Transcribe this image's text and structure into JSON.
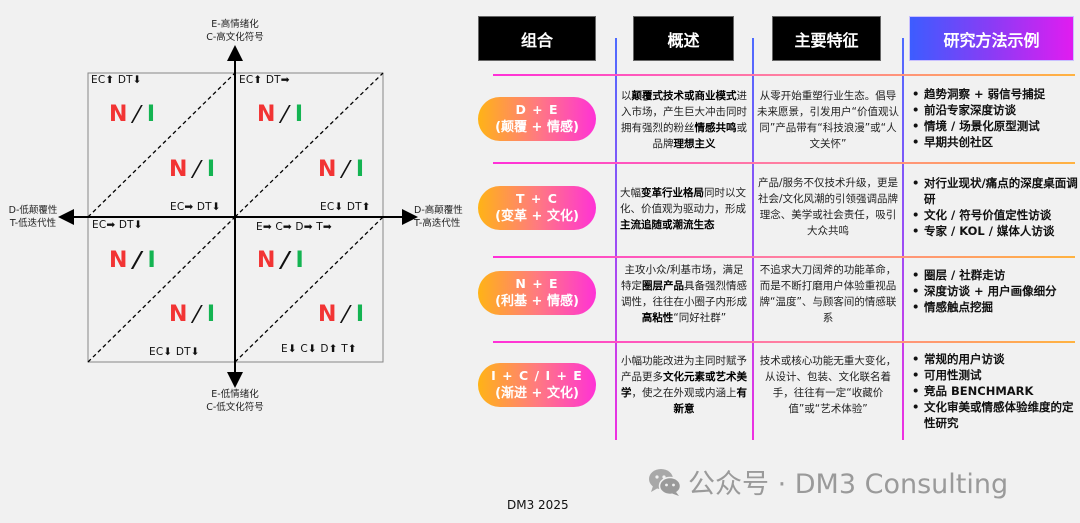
{
  "quadrant": {
    "axes": {
      "top": [
        "E-高情绪化",
        "C-高文化符号"
      ],
      "bottom": [
        "E-低情绪化",
        "C-低文化符号"
      ],
      "left": [
        "D-低颠覆性",
        "T-低迭代性"
      ],
      "right": [
        "D-高颠覆性",
        "T-高迭代性"
      ]
    },
    "cell_tags": {
      "tl_top": "EC⬆ DT⬇",
      "tl_bottom": "EC➡ DT⬇",
      "tr_top": "EC⬆ DT➡",
      "tr_bottom": "EC⬇ DT⬆",
      "bl_top": "EC➡ DT⬇",
      "bl_bottom": "EC⬇ DT⬇",
      "br_top": "E➡ C➡ D➡ T➡",
      "br_bottom": "E⬇ C⬇ D⬆ T⬆"
    },
    "ni_label": {
      "n": "N",
      "slash": "/",
      "i": "I"
    },
    "colors": {
      "n": "#f23434",
      "i": "#14b452"
    }
  },
  "table": {
    "headers": [
      "组合",
      "概述",
      "主要特征",
      "研究方法示例"
    ],
    "header_gradient": [
      "#3d5cff",
      "#e11cf0"
    ],
    "pill_gradient": [
      "#ffb316",
      "#ff32d6"
    ],
    "rows": [
      {
        "combo": "D + E",
        "combo_sub": "(颠覆 + 情感)",
        "overview": [
          {
            "t": "以",
            "b": false
          },
          {
            "t": "颠覆式技术或商业模式",
            "b": true
          },
          {
            "t": "进入市场，产生巨大冲击同时拥有强烈的粉丝",
            "b": false
          },
          {
            "t": "情感共鸣",
            "b": true
          },
          {
            "t": "或品牌",
            "b": false
          },
          {
            "t": "理想主义",
            "b": true
          }
        ],
        "features": "从零开始重塑行业生态。倡导未来愿景，引发用户“价值观认同”产品带有“科技浪漫”或“人文关怀”",
        "methods": [
          "趋势洞察 + 弱信号捕捉",
          "前沿专家深度访谈",
          "情境 / 场景化原型测试",
          "早期共创社区"
        ]
      },
      {
        "combo": "T + C",
        "combo_sub": "(变革 + 文化)",
        "overview": [
          {
            "t": "大幅",
            "b": false
          },
          {
            "t": "变革行业格局",
            "b": true
          },
          {
            "t": "同时以文化、价值观为驱动力，形成",
            "b": false
          },
          {
            "t": "主流追随或潮流生态",
            "b": true
          }
        ],
        "features": "产品/服务不仅技术升级，更是社会/文化风潮的引领强调品牌理念、美学或社会责任，吸引大众共鸣",
        "methods": [
          "对行业现状/痛点的深度桌面调研",
          "文化 / 符号价值定性访谈",
          "专家 / KOL / 媒体人访谈"
        ]
      },
      {
        "combo": "N + E",
        "combo_sub": "(利基 + 情感)",
        "overview": [
          {
            "t": "主攻小众/利基市场，满足特定",
            "b": false
          },
          {
            "t": "圈层产品",
            "b": true
          },
          {
            "t": "具备强烈情感调性，往往在小圈子内形成",
            "b": false
          },
          {
            "t": "高粘性",
            "b": true
          },
          {
            "t": "“同好社群”",
            "b": false
          }
        ],
        "features": "不追求大刀阔斧的功能革命，而是不断打磨用户体验重视品牌“温度”、与顾客间的情感联系",
        "methods": [
          "圈层 / 社群走访",
          "深度访谈 + 用户画像细分",
          "情感触点挖掘"
        ]
      },
      {
        "combo": "I + C / I + E",
        "combo_sub": "(渐进 + 文化)",
        "overview": [
          {
            "t": "小幅功能改进为主同时赋予产品更多",
            "b": false
          },
          {
            "t": "文化元素或艺术美学",
            "b": true
          },
          {
            "t": "，使之在外观或内涵上",
            "b": false
          },
          {
            "t": "有新意",
            "b": true
          }
        ],
        "features": "技术或核心功能无重大变化，从设计、包装、文化联名着手，往往有一定“收藏价值”或“艺术体验”",
        "methods": [
          "常规的用户访谈",
          "可用性测试",
          "竞品 BENCHMARK",
          "文化审美或情感体验维度的定性研究"
        ]
      }
    ]
  },
  "footer": {
    "text": "DM3 2025"
  },
  "watermark": {
    "icon": "wechat-icon",
    "text": "公众号 · DM3 Consulting"
  }
}
